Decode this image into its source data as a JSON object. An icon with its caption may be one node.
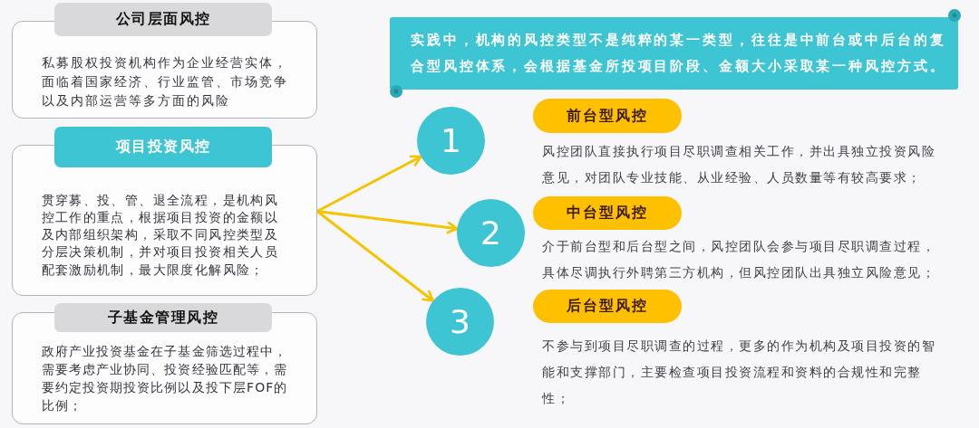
{
  "diagram": {
    "nodes": [
      {
        "text": [
          "公司层面风控",
          "私募股权投资机构作为企业经营实体，面临着国家经济、行业监管、市场竞争以及内部运营等多方面的风险"
        ]
      },
      {
        "text": [
          "项目投资风控",
          "贯穿募、投、管、退全流程，是机构风控工作的重点，根据项目投资的金额以及内部组织架构，采取不同风控类型及分层决策机制，并对项目投资相关人员配套激励机制，最大限度化解风险；"
        ]
      },
      {
        "text": [
          "子基金管理风控",
          "政府产业投资基金在子基金筛选过程中，需要考虑产业协同、投资经验匹配等，需要约定投资期投资比例以及投下层FOF的比例；"
        ]
      },
      {
        "text": [
          "实践中，机构的风控类型不是纯粹的某一类型，往往是中前台或中后台的复合型风控体系，会根据基金所投项目阶段、金额大小采取某一种风控方式。"
        ]
      },
      {
        "text": [
          "1"
        ]
      },
      {
        "text": [
          "前台型风控"
        ],
        "beside": [
          "风控团队直接执行项目尽职调查相关工作，并出具独立投资风险意见，对团队专业技能、从业经验、人员数量等有较高要求；"
        ]
      },
      {
        "text": [
          "2"
        ]
      },
      {
        "text": [
          "中台型风控"
        ],
        "beside": [
          "介于前台型和后台型之间，风控团队会参与项目尽职调查过程，具体尽调执行外聘第三方机构，但风控团队出具独立风险意见；"
        ]
      },
      {
        "text": [
          "3"
        ]
      },
      {
        "text": [
          "后台型风控"
        ],
        "beside": [
          "不参与到项目尽职调查的过程，更多的作为机构及项目投资的智能和支撑部门，主要检查项目投资流程和资料的合规性和完整性；"
        ]
      }
    ],
    "edges": [
      {
        "from": 1,
        "to": 4,
        "arrow": "to"
      },
      {
        "from": 1,
        "to": 6,
        "arrow": "to"
      },
      {
        "from": 1,
        "to": 8,
        "arrow": "to"
      }
    ]
  }
}
